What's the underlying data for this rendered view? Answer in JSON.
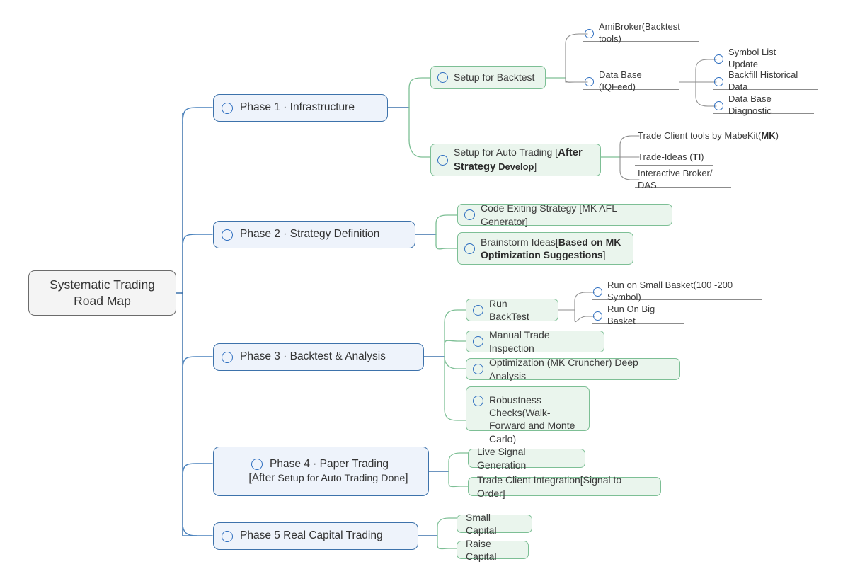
{
  "diagram": {
    "type": "mind-map",
    "title": "Systematic Trading Road Map",
    "colors": {
      "root_border": "#6b6b6b",
      "root_fill": "#f4f4f4",
      "level1_border": "#3d72ab",
      "level1_fill": "#eef3fb",
      "level2_border": "#7dbf95",
      "level2_fill": "#eaf5ed",
      "level3_underline": "#8c8c8c",
      "bullet_ring": "#2f6fc0",
      "trunk_line": "#3d72ab",
      "green_line": "#7dbf95",
      "gray_line": "#8c8c8c",
      "background": "#ffffff"
    }
  },
  "root": {
    "line1": "Systematic Trading",
    "line2": "Road Map"
  },
  "phases": {
    "p1": {
      "label": "Phase 1 · Infrastructure",
      "children": {
        "backtest": {
          "label": "Setup for Backtest",
          "children": {
            "amibroker": "AmiBroker(Backtest tools)",
            "database": "Data Base (IQFeed)",
            "database_children": {
              "symbol": "Symbol List Update",
              "backfill": "Backfill Historical Data",
              "diagnostic": "Data Base Diagnostic"
            }
          }
        },
        "autotrading": {
          "label_plain": "Setup for Auto Trading [",
          "label_bold1": "After",
          "label_bold2": "Strategy",
          "label_bold3": "Develop",
          "label_tail": "]",
          "children": {
            "mabekit_plain": "Trade Client tools by MabeKit(",
            "mabekit_bold": "MK",
            "mabekit_tail": ")",
            "tradeideas_plain": "Trade-Ideas (",
            "tradeideas_bold": "TI",
            "tradeideas_tail": ")",
            "ib": "Interactive Broker/ DAS"
          }
        }
      }
    },
    "p2": {
      "label": "Phase 2 · Strategy Definition",
      "children": {
        "code": "Code Exiting Strategy [MK AFL Generator]",
        "brainstorm_plain": "Brainstorm Ideas[",
        "brainstorm_bold": "Based on MK Optimization Suggestions",
        "brainstorm_tail": "]"
      }
    },
    "p3": {
      "label": "Phase 3 · Backtest & Analysis",
      "children": {
        "runbacktest": "Run BackTest",
        "runbacktest_children": {
          "small": "Run on Small Basket(100 -200 Symbol)",
          "big": "Run On Big Basket"
        },
        "manual": "Manual Trade Inspection",
        "optimization": "Optimization (MK Cruncher) Deep Analysis",
        "robustness": "Robustness Checks(Walk-Forward and Monte Carlo)"
      }
    },
    "p4": {
      "label_line1": "Phase 4 · Paper Trading",
      "label_line2_open": "[",
      "label_line2_big": "After",
      "label_line2_small": "Setup for Auto Trading Done",
      "label_line2_close": "]",
      "children": {
        "livesignal": "Live Signal Generation",
        "tradeclient": "Trade Client Integration[Signal to Order]"
      }
    },
    "p5": {
      "label": "Phase 5 Real Capital Trading",
      "children": {
        "small": "Small Capital",
        "raise": "Raise Capital"
      }
    }
  }
}
